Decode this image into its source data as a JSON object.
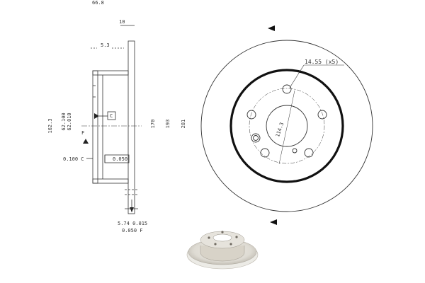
{
  "section_view": {
    "dim_overall_width": "66.8",
    "dim_hat_depth": "10",
    "dim_rotor_thickness": "5.3",
    "dim_hat_dia": "162.3",
    "dim_bore_max": "62.100",
    "dim_bore_min": "62.010",
    "dim_hat_od": "170",
    "dim_friction_id": "193",
    "dim_outer_dia": "281",
    "datum_c": "C",
    "datum_f": "F",
    "tol_runout_c": "0.100 C",
    "tol_flatness": "0.050",
    "tol_thickness": "5.74 0.015",
    "tol_parallel_f": "0.050 F"
  },
  "front_view": {
    "bolt_holes": "14.55 (x5)",
    "pcd": "114.3"
  },
  "colors": {
    "line": "#333333",
    "ring": "#111111",
    "disc_fill": "#dedbd3"
  },
  "icons": {
    "arrow_top": "triangle-left",
    "arrow_bottom": "triangle-left"
  }
}
